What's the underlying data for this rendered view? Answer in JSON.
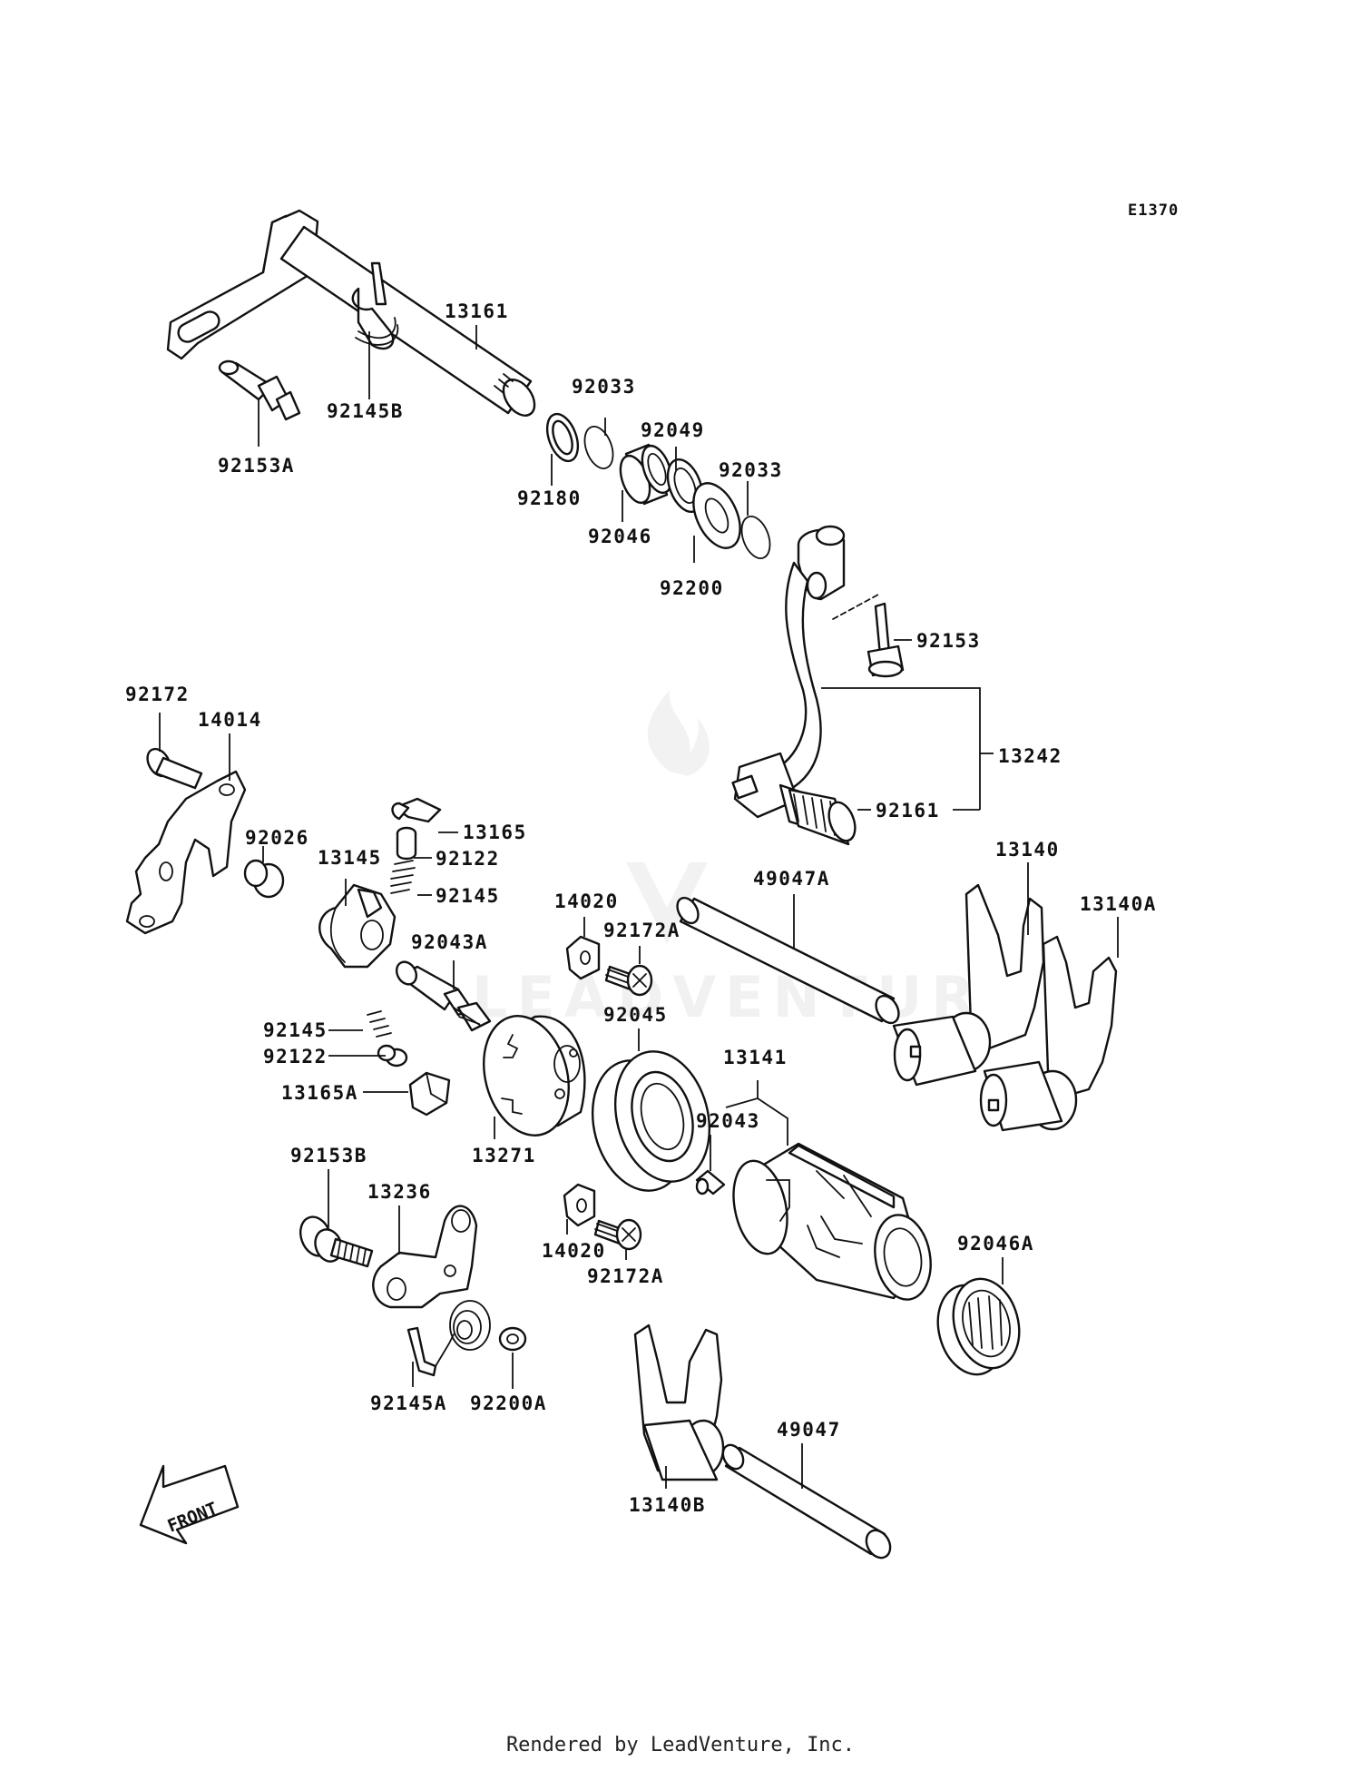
{
  "diagram_code": "E1370",
  "front_marker": "FRONT",
  "footer": "Rendered by LeadVenture, Inc.",
  "watermark": "LEADVENTURE",
  "labels": {
    "p13161": "13161",
    "p92145B": "92145B",
    "p92153A": "92153A",
    "p92033_a": "92033",
    "p92049": "92049",
    "p92180": "92180",
    "p92046": "92046",
    "p92033_b": "92033",
    "p92200": "92200",
    "p92153": "92153",
    "p13242": "13242",
    "p92161": "92161",
    "p92172": "92172",
    "p14014": "14014",
    "p92026": "92026",
    "p13165": "13165",
    "p92122_a": "92122",
    "p13145": "13145",
    "p92145_a": "92145",
    "p92043A": "92043A",
    "p14020_a": "14020",
    "p92172A_a": "92172A",
    "p49047A": "49047A",
    "p13140": "13140",
    "p13140A": "13140A",
    "p92145_b": "92145",
    "p92122_b": "92122",
    "p13165A": "13165A",
    "p92045": "92045",
    "p13141": "13141",
    "p92043": "92043",
    "p13271": "13271",
    "p92153B": "92153B",
    "p13236": "13236",
    "p14020_b": "14020",
    "p92172A_b": "92172A",
    "p92046A": "92046A",
    "p92145A": "92145A",
    "p92200A": "92200A",
    "p49047": "49047",
    "p13140B": "13140B"
  }
}
